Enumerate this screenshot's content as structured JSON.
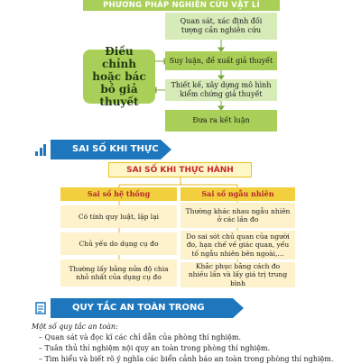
{
  "method_section": {
    "title": "PHƯƠNG PHÁP NGHIÊN CỨU VẬT LÍ",
    "steps": [
      "Quan sát, xác định đối tượng cần nghiên cứu",
      "Suy luận, đề xuất giả thuyết",
      "Thiết kế, xây dựng mô hình kiểm chứng giả thuyết",
      "Đưa ra kết luận"
    ],
    "adjust_box": "Điều chỉnh hoặc bác bỏ giả thuyết"
  },
  "error_section": {
    "header": "SAI SỐ KHI THỰC HÀNH",
    "diagram_title": "SAI SỐ KHI THỰC HÀNH",
    "systematic": {
      "title": "Sai số hệ thống",
      "items": [
        "Có tính quy luật, lặp lại",
        "Chủ yếu do dụng cụ đo",
        "Thường lấy bằng nửa độ chia nhỏ nhất của dụng cụ đo"
      ]
    },
    "random": {
      "title": "Sai số ngẫu nhiên",
      "items": [
        "Thường khác nhau ngẫu nhiên ở các lần đo",
        "Do sai sót chủ quan của người đo, hạn chế về giác quan, yếu tố ngẫu nhiên bên ngoài,...",
        "Khắc phục bằng cách đo nhiều lần và lấy giá trị trung bình"
      ]
    }
  },
  "safety_section": {
    "header": "QUY TẮC AN TOÀN TRONG PHÒNG THÍ NGHIỆM",
    "intro": "Một số quy tắc an toàn:",
    "rules": [
      "– Quan sát và đọc kĩ các chỉ dẫn của phòng thí nghiệm.",
      "– Tuân thủ thí nghiệm nội quy an toàn trong phòng thí nghiệm.",
      "– Tìm hiểu và biết rõ ý nghĩa các biển cảnh báo an toàn trong phòng thí nghiệm."
    ]
  },
  "colors": {
    "green_dark": "#a9cf58",
    "green_light": "#d7ebb8",
    "blue": "#1e77bd",
    "yellow": "#f2cf3d",
    "yellow_light": "#fdf2cc",
    "red": "#c62828"
  }
}
